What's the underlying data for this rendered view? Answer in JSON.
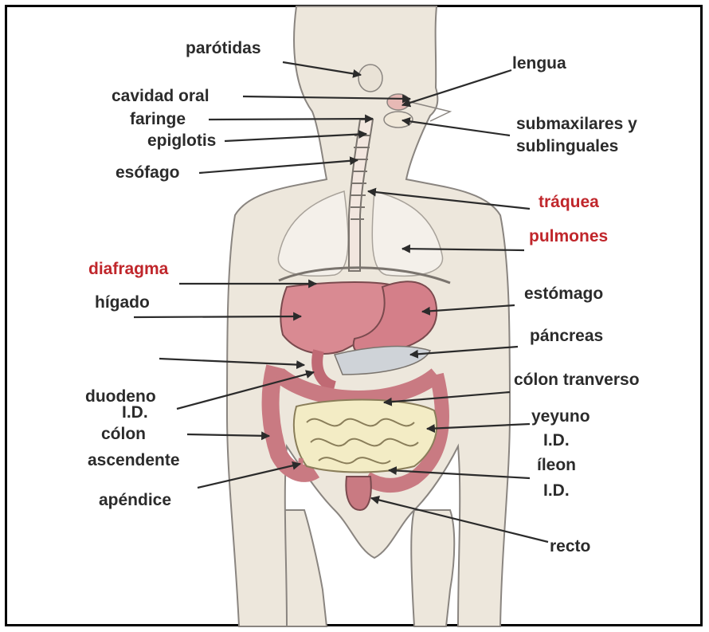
{
  "labels": {
    "parotidas": "parótidas",
    "lengua": "lengua",
    "cavidad_oral": "cavidad oral",
    "faringe": "faringe",
    "epiglotis": "epiglotis",
    "submax_1": "submaxilares y",
    "submax_2": "sublinguales",
    "esofago": "esófago",
    "traquea": "tráquea",
    "pulmones": "pulmones",
    "diafragma": "diafragma",
    "higado": "hígado",
    "estomago": "estómago",
    "pancreas": "páncreas",
    "duodeno_1": "duodeno",
    "duodeno_2": "I.D.",
    "colon_transverso": "cólon tranverso",
    "colon_asc_1": "cólon",
    "colon_asc_2": "ascendente",
    "yeyuno_1": "yeyuno",
    "yeyuno_2": "I.D.",
    "ileon_1": "íleon",
    "ileon_2": "I.D.",
    "apendice": "apéndice",
    "recto": "recto"
  },
  "colors": {
    "text": "#2b2b2b",
    "highlight_text": "#c0262b",
    "body_fill": "#ede7dc",
    "organ_fill": "#d98a92",
    "intestine_fill": "#f3ecc5",
    "pancreas_fill": "#cfd3d8"
  }
}
